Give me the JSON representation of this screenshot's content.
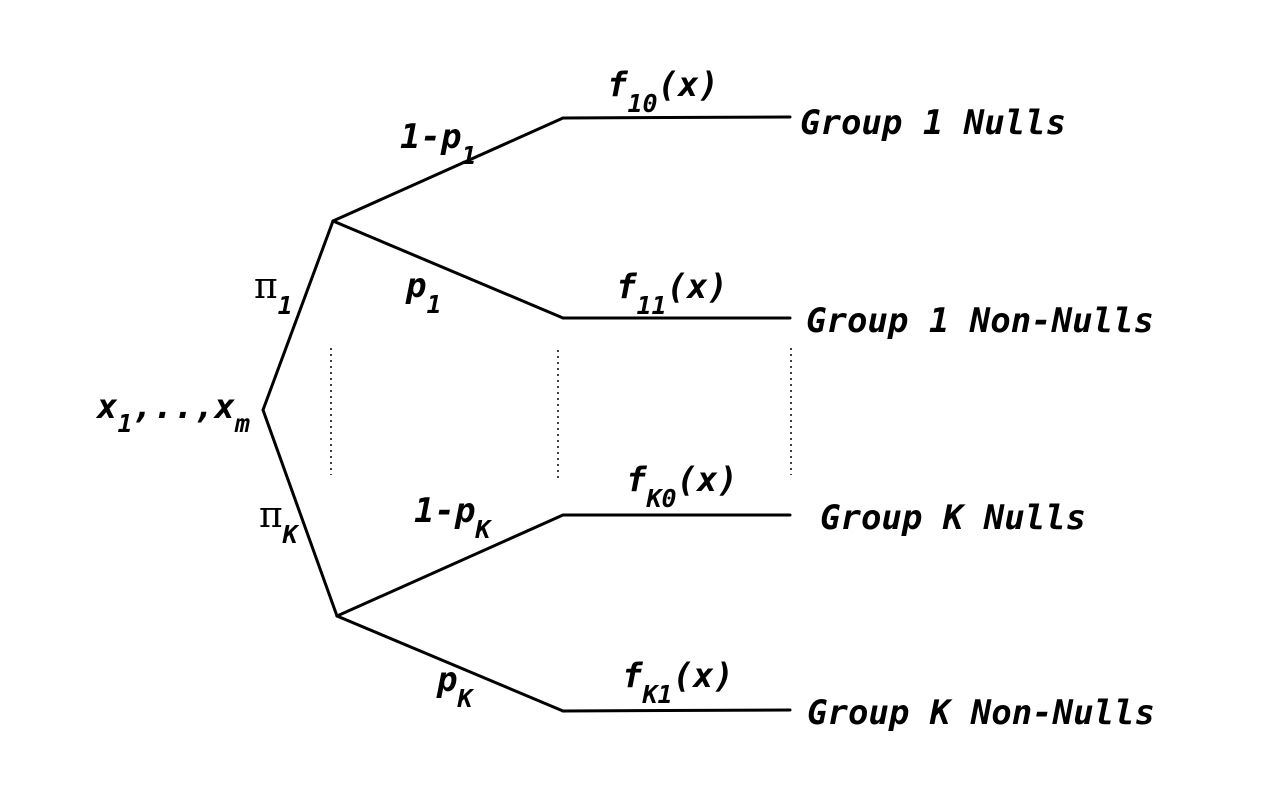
{
  "root": {
    "main": "x",
    "sub1": "1",
    "sep": ",..,",
    "main2": "x",
    "sub2": "m"
  },
  "branch1": {
    "weight": {
      "symbol": "π",
      "sub": "1"
    },
    "null_edge": {
      "prefix": "1-p",
      "sub": "1"
    },
    "nonnull_edge": {
      "prefix": "p",
      "sub": "1"
    },
    "null_density": {
      "prefix": "f",
      "sub": "10",
      "suffix": "(x)"
    },
    "nonnull_density": {
      "prefix": "f",
      "sub": "11",
      "suffix": "(x)"
    },
    "null_outcome": "Group 1 Nulls",
    "nonnull_outcome": "Group 1 Non-Nulls"
  },
  "branchK": {
    "weight": {
      "symbol": "π",
      "sub": "K"
    },
    "null_edge": {
      "prefix": "1-p",
      "sub": "K"
    },
    "nonnull_edge": {
      "prefix": "p",
      "sub": "K"
    },
    "null_density": {
      "prefix": "f",
      "sub": "K0",
      "suffix": "(x)"
    },
    "nonnull_density": {
      "prefix": "f",
      "sub": "K1",
      "suffix": "(x)"
    },
    "null_outcome": "Group K Nulls",
    "nonnull_outcome": "Group K Non-Nulls"
  }
}
